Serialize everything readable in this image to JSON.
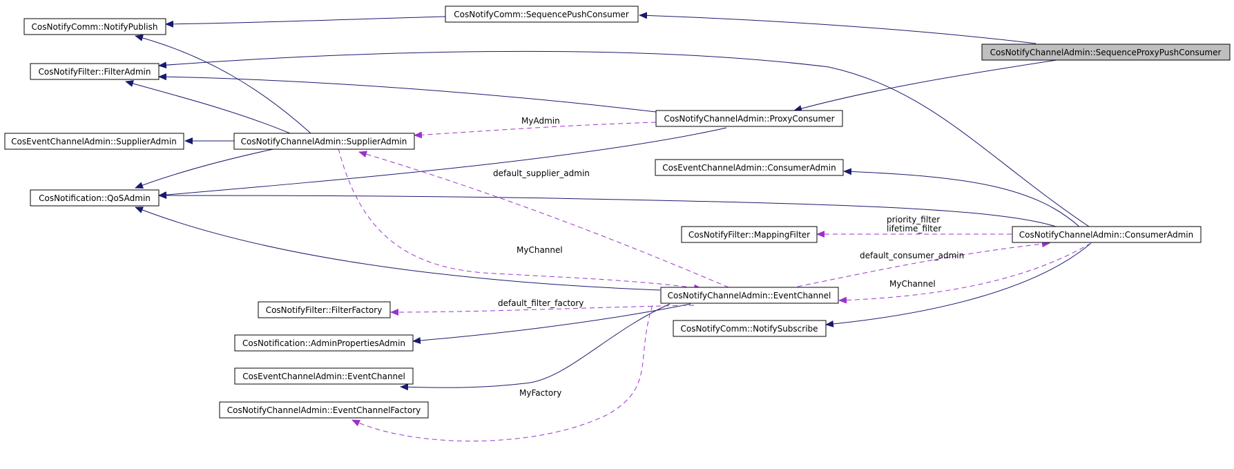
{
  "nodes": {
    "seq_proxy_push_consumer": "CosNotifyChannelAdmin::SequenceProxyPushConsumer",
    "seq_push_consumer": "CosNotifyComm::SequencePushConsumer",
    "notify_publish": "CosNotifyComm::NotifyPublish",
    "filter_admin": "CosNotifyFilter::FilterAdmin",
    "proxy_consumer": "CosNotifyChannelAdmin::ProxyConsumer",
    "event_supplier_admin": "CosEventChannelAdmin::SupplierAdmin",
    "notify_supplier_admin": "CosNotifyChannelAdmin::SupplierAdmin",
    "event_consumer_admin": "CosEventChannelAdmin::ConsumerAdmin",
    "qos_admin": "CosNotification::QoSAdmin",
    "mapping_filter": "CosNotifyFilter::MappingFilter",
    "notify_consumer_admin": "CosNotifyChannelAdmin::ConsumerAdmin",
    "notify_event_channel": "CosNotifyChannelAdmin::EventChannel",
    "filter_factory": "CosNotifyFilter::FilterFactory",
    "admin_properties_admin": "CosNotification::AdminPropertiesAdmin",
    "notify_subscribe": "CosNotifyComm::NotifySubscribe",
    "event_event_channel": "CosEventChannelAdmin::EventChannel",
    "event_channel_factory": "CosNotifyChannelAdmin::EventChannelFactory"
  },
  "edge_labels": {
    "my_admin": "MyAdmin",
    "default_supplier_admin": "default_supplier_admin",
    "priority_filter": "priority_filter",
    "lifetime_filter": "lifetime_filter",
    "default_consumer_admin": "default_consumer_admin",
    "my_channel_left": "MyChannel",
    "my_channel_right": "MyChannel",
    "default_filter_factory": "default_filter_factory",
    "my_factory": "MyFactory"
  },
  "colors": {
    "inheritance_edge": "#191970",
    "usage_edge": "#9a32cd",
    "highlight_fill": "#bfbfbf"
  }
}
